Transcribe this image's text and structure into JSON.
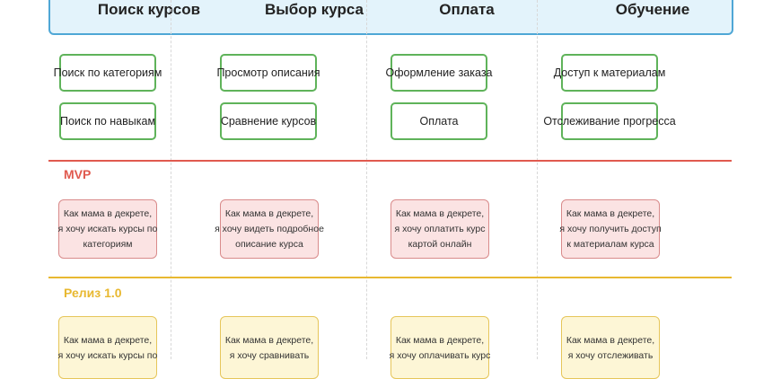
{
  "activities": [
    "Поиск курсов",
    "Выбор курса",
    "Оплата",
    "Обучение"
  ],
  "tasks": [
    [
      "Поиск по категориям",
      "Поиск по навыкам"
    ],
    [
      "Просмотр описания",
      "Сравнение курсов"
    ],
    [
      "Оформление заказа",
      "Оплата"
    ],
    [
      "Доступ к материалам",
      "Отслеживание прогресса"
    ]
  ],
  "releases": [
    {
      "label": "MVP",
      "color": "#e05a4f",
      "stories": [
        [
          "Как мама в декрете,",
          "я хочу искать курсы по",
          "категориям"
        ],
        [
          "Как мама в декрете,",
          "я хочу видеть подробное",
          "описание курса"
        ],
        [
          "Как мама в декрете,",
          "я хочу оплатить курс",
          "картой онлайн"
        ],
        [
          "Как мама в декрете,",
          "я хочу получить доступ",
          "к материалам курса"
        ]
      ]
    },
    {
      "label": "Релиз 1.0",
      "color": "#e8b830",
      "stories": [
        [
          "Как мама в декрете,",
          "я хочу искать курсы по"
        ],
        [
          "Как мама в декрете,",
          "я хочу сравнивать"
        ],
        [
          "Как мама в декрете,",
          "я хочу оплачивать курс"
        ],
        [
          "Как мама в декрете,",
          "я хочу отслеживать"
        ]
      ]
    }
  ]
}
